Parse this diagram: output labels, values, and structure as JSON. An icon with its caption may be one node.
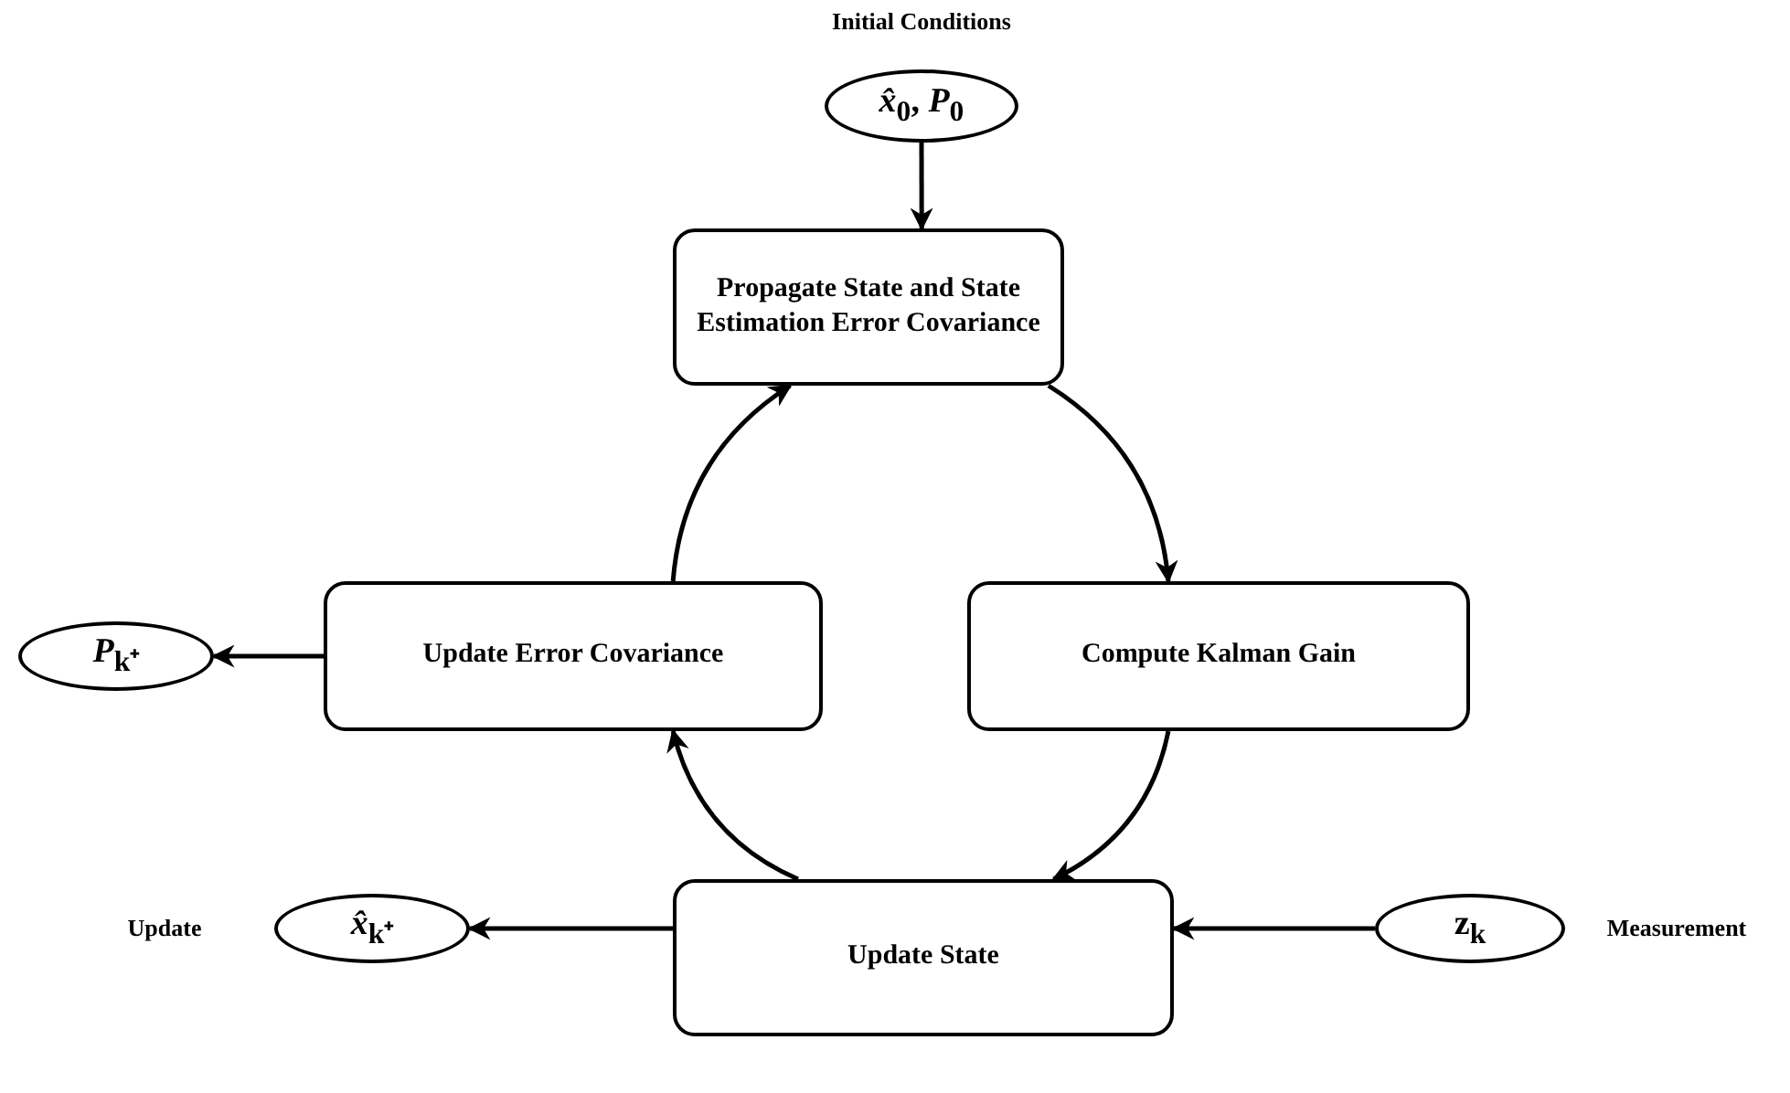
{
  "diagram": {
    "nodes": [
      {
        "text": [
          "*x̂*$_{0}$, *P*$_{0}$"
        ],
        "beside": [
          "Initial Conditions"
        ]
      },
      {
        "text": [
          "Propagate State and State Estimation Error Covariance"
        ]
      },
      {
        "text": [
          "Compute Kalman Gain"
        ]
      },
      {
        "text": [
          "Update State"
        ]
      },
      {
        "text": [
          "Update  Error Covariance"
        ]
      },
      {
        "text": [
          "*P*$_{k⁺}$"
        ]
      },
      {
        "text": [
          "*x̂*$_{k⁺}$"
        ],
        "beside": [
          "Update"
        ]
      },
      {
        "text": [
          "z$_{k}$"
        ],
        "beside": [
          "Measurement"
        ]
      }
    ],
    "edges": [
      {
        "from": 0,
        "to": 1,
        "arrow": "to"
      },
      {
        "from": 1,
        "to": 2,
        "arrow": "to"
      },
      {
        "from": 2,
        "to": 3,
        "arrow": "to"
      },
      {
        "from": 3,
        "to": 4,
        "arrow": "to"
      },
      {
        "from": 4,
        "to": 1,
        "arrow": "to"
      },
      {
        "from": 4,
        "to": 5,
        "arrow": "to"
      },
      {
        "from": 3,
        "to": 6,
        "arrow": "to"
      },
      {
        "from": 7,
        "to": 3,
        "arrow": "to"
      }
    ]
  }
}
